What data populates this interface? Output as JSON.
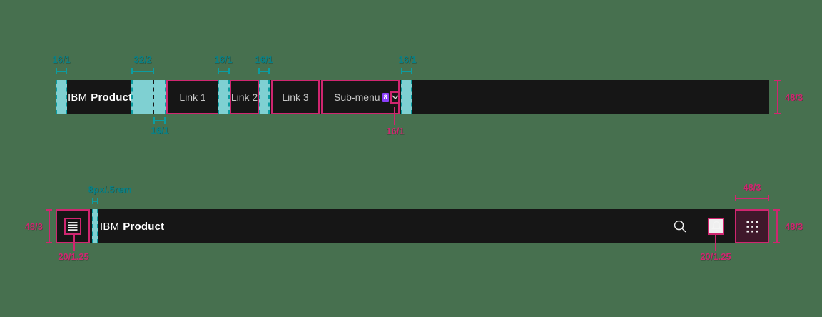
{
  "background_color": "#47704F",
  "colors": {
    "header_background": "#161616",
    "teal_overlay": "#7FD0D2",
    "teal_annotation": "#0A8085",
    "pink_annotation": "#D02670",
    "badge_purple": "#8A3FFC",
    "nav_link_text": "#C6C6C6",
    "app_switcher_fill": "#3F182B"
  },
  "top_header": {
    "brand": {
      "prefix": "IBM",
      "name": "Product"
    },
    "nav": {
      "link1": "Link 1",
      "link2": "Link 2",
      "link3": "Link 3",
      "submenu_label": "Sub-menu",
      "submenu_badge": "8"
    },
    "annotations": {
      "left_padding": "16/1",
      "brand_margin": "32/2",
      "link_gap_1": "16/1",
      "link_gap_2": "16/1",
      "nav_end_gap": "16/1",
      "nav_item_padding": "16/1",
      "chevron_spacing": "16/1",
      "bar_height": "48/3"
    }
  },
  "bottom_header": {
    "brand": {
      "prefix": "IBM",
      "name": "Product"
    },
    "annotations": {
      "bar_height": "48/3",
      "menu_icon_size": "20/1.25",
      "brand_gap": "8px/.5rem",
      "bell_icon_size": "20/1.25",
      "switcher_width": "48/3",
      "switcher_height": "48/3"
    }
  }
}
